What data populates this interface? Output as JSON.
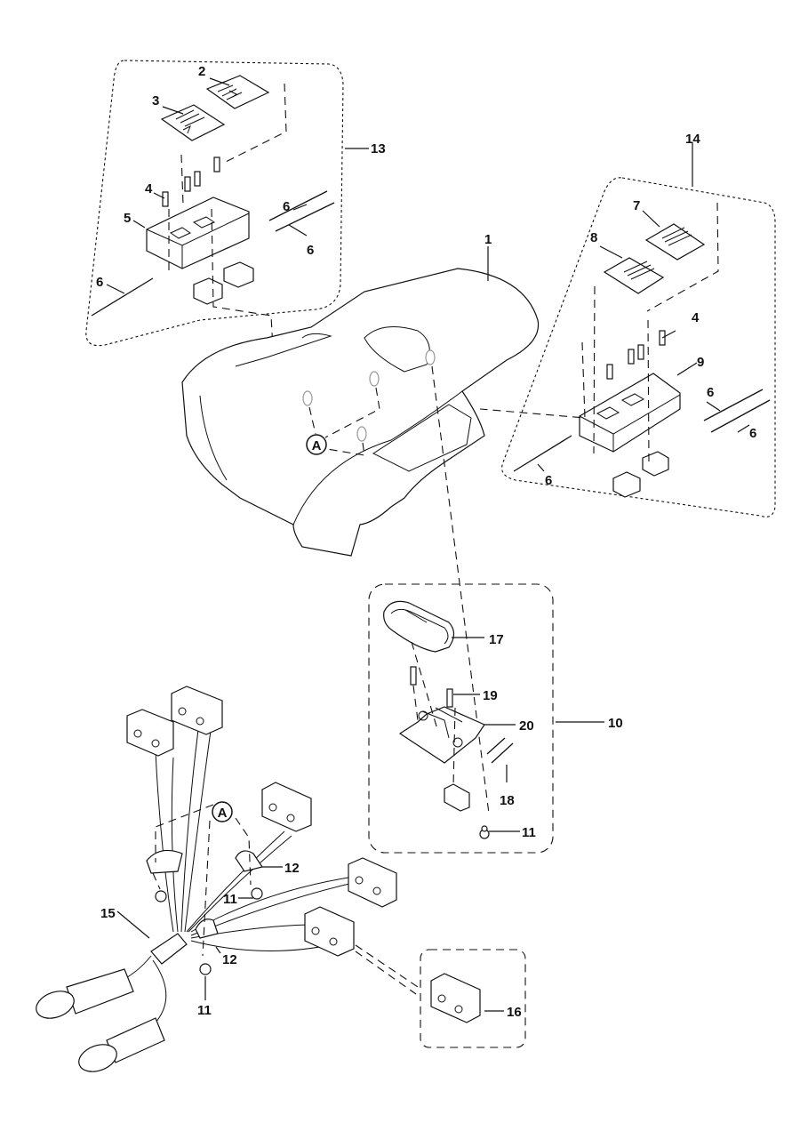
{
  "diagram": {
    "type": "exploded-parts-diagram",
    "callouts": {
      "c1": "1",
      "c2": "2",
      "c3": "3",
      "c4a": "4",
      "c4b": "4",
      "c5": "5",
      "c6a": "6",
      "c6b": "6",
      "c6c": "6",
      "c6d": "6",
      "c6e": "6",
      "c6f": "6",
      "c7": "7",
      "c8": "8",
      "c9": "9",
      "c10": "10",
      "c11a": "11",
      "c11b": "11",
      "c11c": "11",
      "c12a": "12",
      "c12b": "12",
      "c13": "13",
      "c14": "14",
      "c15": "15",
      "c16": "16",
      "c17": "17",
      "c18": "18",
      "c19": "19",
      "c20": "20"
    },
    "reference_markers": {
      "a1": "A",
      "a2": "A"
    },
    "groups": [
      {
        "id": "13",
        "contents": [
          "2",
          "3",
          "4",
          "5",
          "6"
        ]
      },
      {
        "id": "14",
        "contents": [
          "4",
          "6",
          "7",
          "8",
          "9"
        ]
      },
      {
        "id": "10",
        "contents": [
          "11",
          "17",
          "18",
          "19",
          "20"
        ]
      },
      {
        "id": "16",
        "contents": [
          "16"
        ]
      }
    ]
  }
}
